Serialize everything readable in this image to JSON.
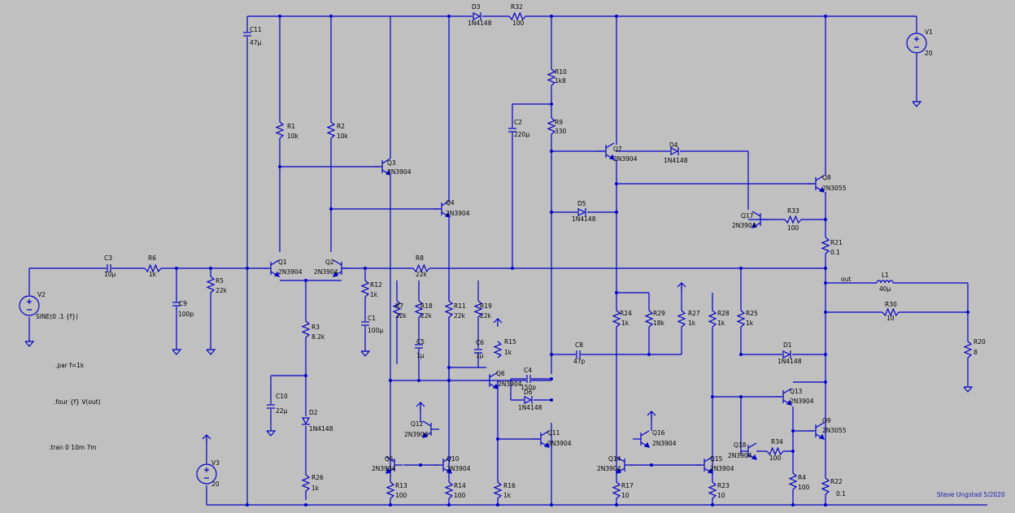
{
  "colors": {
    "background": "#c0c0c0",
    "wire": "#0000c8",
    "text": "#000000",
    "signature": "#1a1ab0"
  },
  "components": {
    "C11": {
      "ref": "C11",
      "val": "47µ"
    },
    "D3": {
      "ref": "D3",
      "val": "1N4148"
    },
    "R32": {
      "ref": "R32",
      "val": "100"
    },
    "V1": {
      "ref": "V1",
      "val": "20"
    },
    "R10": {
      "ref": "R10",
      "val": "1k8"
    },
    "R9": {
      "ref": "R9",
      "val": "330"
    },
    "C2": {
      "ref": "C2",
      "val": "220µ"
    },
    "R1": {
      "ref": "R1",
      "val": "10k"
    },
    "R2": {
      "ref": "R2",
      "val": "10k"
    },
    "Q3": {
      "ref": "Q3",
      "val": "2N3904"
    },
    "Q4": {
      "ref": "Q4",
      "val": "2N3904"
    },
    "Q7": {
      "ref": "Q7",
      "val": "2N3904"
    },
    "D4": {
      "ref": "D4",
      "val": "1N4148"
    },
    "Q8": {
      "ref": "Q8",
      "val": "2N3055"
    },
    "D5": {
      "ref": "D5",
      "val": "1N4148"
    },
    "Q17": {
      "ref": "Q17",
      "val": "2N3904"
    },
    "R33": {
      "ref": "R33",
      "val": "100"
    },
    "R21": {
      "ref": "R21",
      "val": "0.1"
    },
    "C3": {
      "ref": "C3",
      "val": "10µ"
    },
    "R6": {
      "ref": "R6",
      "val": "1k"
    },
    "Q1": {
      "ref": "Q1",
      "val": "2N3904"
    },
    "Q2": {
      "ref": "Q2",
      "val": "2N3904"
    },
    "R8": {
      "ref": "R8",
      "val": "22k"
    },
    "L1": {
      "ref": "L1",
      "val": "40µ"
    },
    "V2": {
      "ref": "V2",
      "val": "SINE(0 .1 {f})"
    },
    "R5": {
      "ref": "R5",
      "val": "22k"
    },
    "C9": {
      "ref": "C9",
      "val": "100p"
    },
    "R12": {
      "ref": "R12",
      "val": "1k"
    },
    "R7": {
      "ref": "R7",
      "val": "22k"
    },
    "R18": {
      "ref": "R18",
      "val": "22k"
    },
    "R11": {
      "ref": "R11",
      "val": "22k"
    },
    "R19": {
      "ref": "R19",
      "val": "22k"
    },
    "R24": {
      "ref": "R24",
      "val": "1k"
    },
    "R29": {
      "ref": "R29",
      "val": "18k"
    },
    "R27": {
      "ref": "R27",
      "val": "1k"
    },
    "R28": {
      "ref": "R28",
      "val": "1k"
    },
    "R25": {
      "ref": "R25",
      "val": "1k"
    },
    "R30": {
      "ref": "R30",
      "val": "10"
    },
    "R3": {
      "ref": "R3",
      "val": "8.2k"
    },
    "C1": {
      "ref": "C1",
      "val": "100µ"
    },
    "C5": {
      "ref": "C5",
      "val": "1µ"
    },
    "C6": {
      "ref": "C6",
      "val": "1µ"
    },
    "R15": {
      "ref": "R15",
      "val": "1k"
    },
    "C8": {
      "ref": "C8",
      "val": "47p"
    },
    "D1": {
      "ref": "D1",
      "val": "1N4148"
    },
    "R20": {
      "ref": "R20",
      "val": "8"
    },
    "Q6": {
      "ref": "Q6",
      "val": "2N3904"
    },
    "C4": {
      "ref": "C4",
      "val": "150p"
    },
    "D6": {
      "ref": "D6",
      "val": "1N4148"
    },
    "C10": {
      "ref": "C10",
      "val": "22µ"
    },
    "D2": {
      "ref": "D2",
      "val": "1N4148"
    },
    "Q13": {
      "ref": "Q13",
      "val": "2N3904"
    },
    "Q12": {
      "ref": "Q12",
      "val": "2N3904"
    },
    "Q11": {
      "ref": "Q11",
      "val": "2N3904"
    },
    "Q9": {
      "ref": "Q9",
      "val": "2N3055"
    },
    "Q16": {
      "ref": "Q16",
      "val": "2N3904"
    },
    "Q18": {
      "ref": "Q18",
      "val": "2N3904"
    },
    "R34": {
      "ref": "R34",
      "val": "100"
    },
    "Q5": {
      "ref": "Q5",
      "val": "2N3904"
    },
    "Q10": {
      "ref": "Q10",
      "val": "2N3904"
    },
    "Q14": {
      "ref": "Q14",
      "val": "2N3904"
    },
    "Q15": {
      "ref": "Q15",
      "val": "2N3904"
    },
    "V3": {
      "ref": "V3",
      "val": "20"
    },
    "R4": {
      "ref": "R4",
      "val": "100"
    },
    "R26": {
      "ref": "R26",
      "val": "1k"
    },
    "R13": {
      "ref": "R13",
      "val": "100"
    },
    "R14": {
      "ref": "R14",
      "val": "100"
    },
    "R16": {
      "ref": "R16",
      "val": "1k"
    },
    "R17": {
      "ref": "R17",
      "val": "10"
    },
    "R23": {
      "ref": "R23",
      "val": "10"
    },
    "R22": {
      "ref": "R22",
      "val": "0.1"
    }
  },
  "net_labels": {
    "out": "out"
  },
  "directives": {
    "param": ".par f=1k",
    "four": ".four {f} V(out)",
    "tran": ".tran 0 10m 7m"
  },
  "signature": "Steve Ungstad 5/2020"
}
